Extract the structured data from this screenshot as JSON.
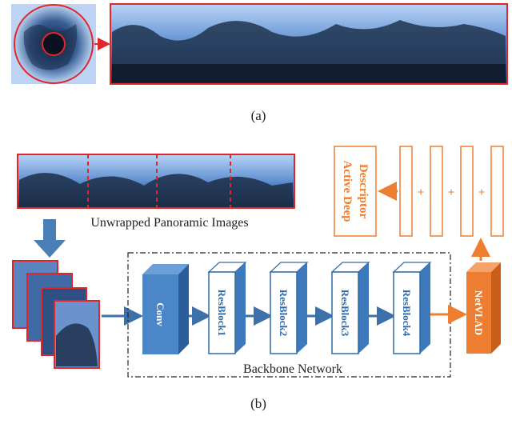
{
  "captions": {
    "a": "(a)",
    "b": "(b)"
  },
  "labels": {
    "unwrapped": "Unwrapped Panoramic Images",
    "backbone": "Backbone Network",
    "descriptor_line1": "Active Deep",
    "descriptor_line2": "Descriptor"
  },
  "blocks": {
    "conv": "Conv",
    "res1": "ResBlock1",
    "res2": "ResBlock2",
    "res3": "ResBlock3",
    "res4": "ResBlock4",
    "netvlad": "NetVLAD"
  },
  "plus_symbol": "+",
  "colors": {
    "red": "#e0262b",
    "blue": "#4a7fb5",
    "blue_light": "#ffffff",
    "blue_dark": "#2f6aa8",
    "orange": "#ed7d31",
    "sky": "#6f9ad8"
  }
}
